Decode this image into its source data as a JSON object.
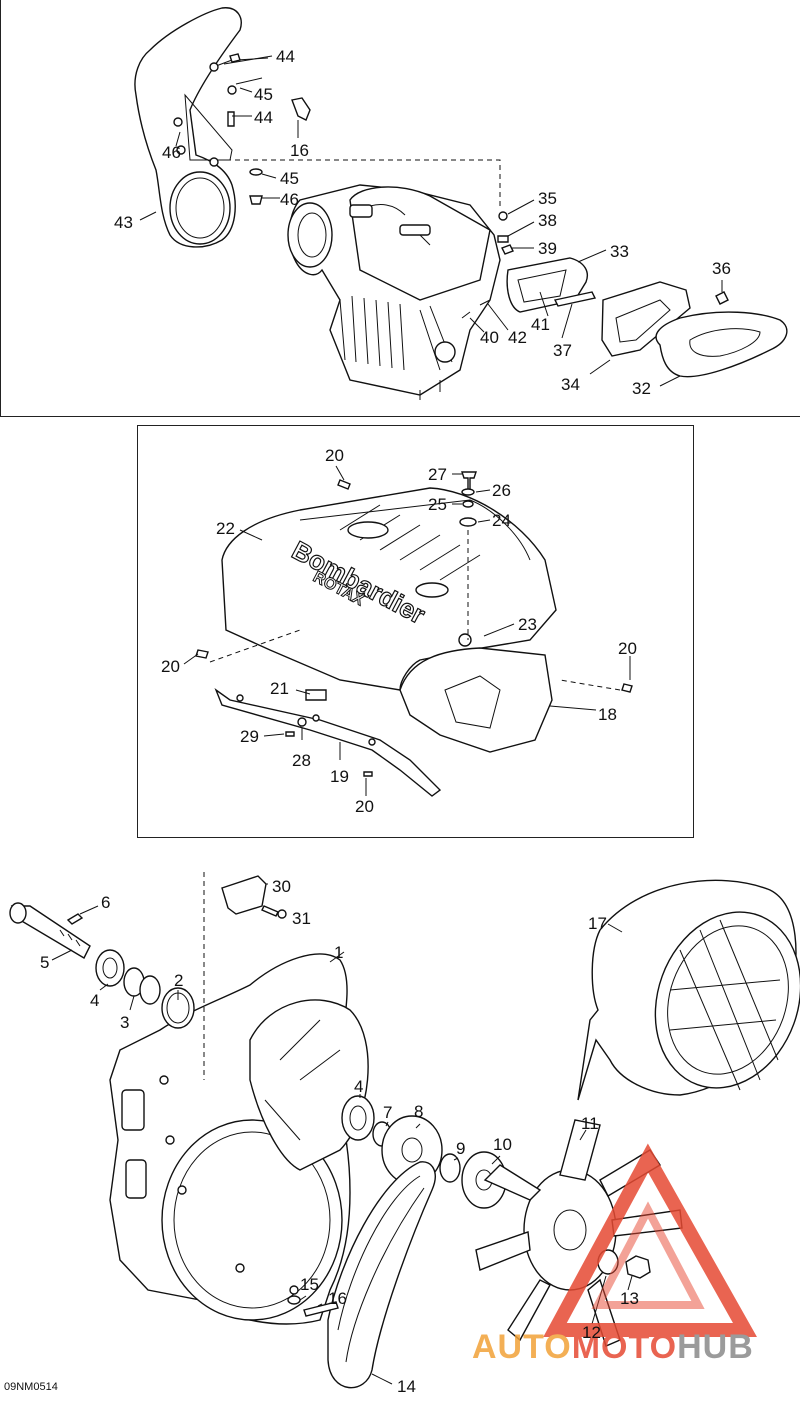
{
  "diagram": {
    "drawing_code": "09NM0514",
    "top_callouts": [
      "44",
      "45",
      "44",
      "46",
      "16",
      "45",
      "46",
      "43",
      "35",
      "38",
      "39",
      "33",
      "36",
      "41",
      "40",
      "42",
      "37",
      "34",
      "32"
    ],
    "middle_callouts": [
      "20",
      "27",
      "26",
      "25",
      "24",
      "22",
      "23",
      "20",
      "20",
      "21",
      "18",
      "29",
      "28",
      "19",
      "20"
    ],
    "bottom_callouts": [
      "30",
      "31",
      "6",
      "5",
      "17",
      "2",
      "4",
      "3",
      "1",
      "4",
      "7",
      "8",
      "9",
      "10",
      "11",
      "15",
      "16",
      "13",
      "12",
      "14"
    ],
    "cover_text_main": "Bombardier",
    "cover_text_sub": "ROTAX"
  },
  "watermark": {
    "brand_part1": "AUTO",
    "brand_part2": "MOTO",
    "brand_part3": "HUB",
    "colors": {
      "orange": "#f2a238",
      "red": "#e64a33",
      "grey": "#8a8a8a"
    }
  }
}
